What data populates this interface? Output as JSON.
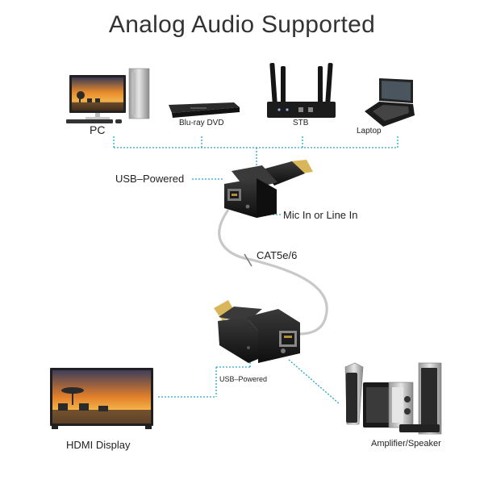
{
  "title": "Analog Audio Supported",
  "sources": {
    "pc": "PC",
    "bluray": "Blu-ray DVD",
    "stb": "STB",
    "laptop": "Laptop"
  },
  "transmitter": {
    "power_label": "USB–Powered",
    "audio_label": "Mic In or Line In"
  },
  "cable_label": "CAT5e/6",
  "receiver": {
    "power_label": "USB–Powered"
  },
  "outputs": {
    "display": "HDMI Display",
    "speaker": "Amplifier/Speaker"
  },
  "colors": {
    "dotted_line": "#2aa5c8",
    "cable": "#c8c8c8",
    "device_body": "#1a1a1a",
    "hdmi_plug": "#d9b65a"
  },
  "icons": [
    "monitor-icon",
    "pc-tower-icon",
    "bluray-player-icon",
    "router-icon",
    "laptop-icon",
    "transmitter-icon",
    "receiver-icon",
    "tv-icon",
    "speaker-system-icon"
  ]
}
